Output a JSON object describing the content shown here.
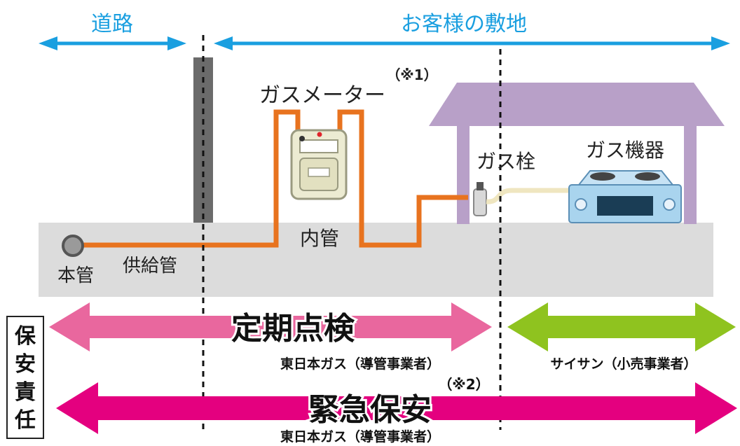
{
  "header": {
    "road_label": "道路",
    "customer_site_label": "お客様の敷地"
  },
  "labels": {
    "gas_meter": "ガスメーター",
    "note1": "（※1）",
    "gas_valve": "ガス栓",
    "gas_appliance": "ガス機器",
    "main_pipe": "本管",
    "supply_pipe": "供給管",
    "inner_pipe": "内管"
  },
  "responsibility": {
    "side_label": "保安責任",
    "periodic_inspection": {
      "title": "定期点検",
      "org_left": "東日本ガス（導管事業者）",
      "org_right": "サイサン（小売事業者）"
    },
    "emergency": {
      "note2": "（※2）",
      "title": "緊急保安",
      "org": "東日本ガス（導管事業者）"
    }
  },
  "colors": {
    "blue_arrow": "#1a9fe0",
    "pink_arrow": "#e9679e",
    "magenta_arrow": "#e4007f",
    "green_arrow": "#8fc31f",
    "pipe_orange": "#e8731f",
    "ground": "#dcdcdc",
    "roof_purple": "#b8a0c8",
    "pole": "#6b6b6b"
  }
}
